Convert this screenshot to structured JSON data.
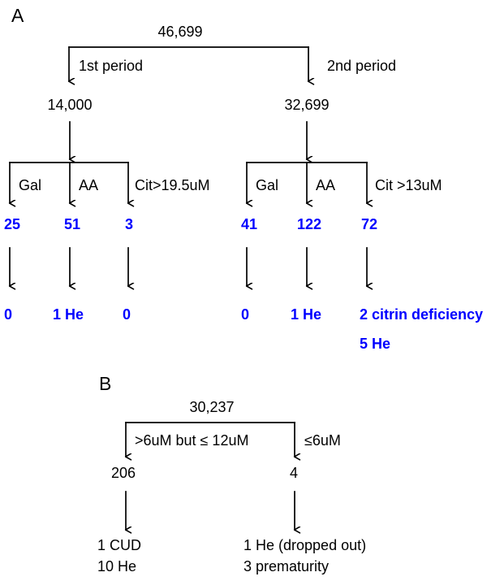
{
  "figure": {
    "type": "flowchart",
    "panels": [
      {
        "id": "A",
        "letter": "A",
        "root": {
          "label": "46,699"
        },
        "split_labels": [
          {
            "label": "1st period"
          },
          {
            "label": "2nd period"
          }
        ],
        "groups": [
          {
            "id": "A-left",
            "total": "14,000",
            "branches": [
              {
                "test": "Gal",
                "screened": "25",
                "outcome_lines": [
                  "0"
                ]
              },
              {
                "test": "AA",
                "screened": "51",
                "outcome_lines": [
                  "1 He"
                ]
              },
              {
                "test": "Cit>19.5uM",
                "screened": "3",
                "outcome_lines": [
                  "0"
                ]
              }
            ]
          },
          {
            "id": "A-right",
            "total": "32,699",
            "branches": [
              {
                "test": "Gal",
                "screened": "41",
                "outcome_lines": [
                  "0"
                ]
              },
              {
                "test": "AA",
                "screened": "122",
                "outcome_lines": [
                  "1 He"
                ]
              },
              {
                "test": "Cit >13uM",
                "screened": "72",
                "outcome_lines": [
                  "2 citrin deficiency",
                  "5 He"
                ]
              }
            ]
          }
        ]
      },
      {
        "id": "B",
        "letter": "B",
        "root": {
          "label": "30,237"
        },
        "split_labels": [
          {
            "label": ">6uM but ≤ 12uM"
          },
          {
            "label": "≤6uM"
          }
        ],
        "branches": [
          {
            "screened": "206",
            "outcome_lines": [
              "1 CUD",
              "10 He"
            ]
          },
          {
            "screened": "4",
            "outcome_lines": [
              "1 He (dropped out)",
              "3 prematurity"
            ]
          }
        ]
      }
    ],
    "colors": {
      "line": "#000000",
      "text": "#000000",
      "highlight": "#0000ff",
      "background": "#ffffff"
    }
  }
}
